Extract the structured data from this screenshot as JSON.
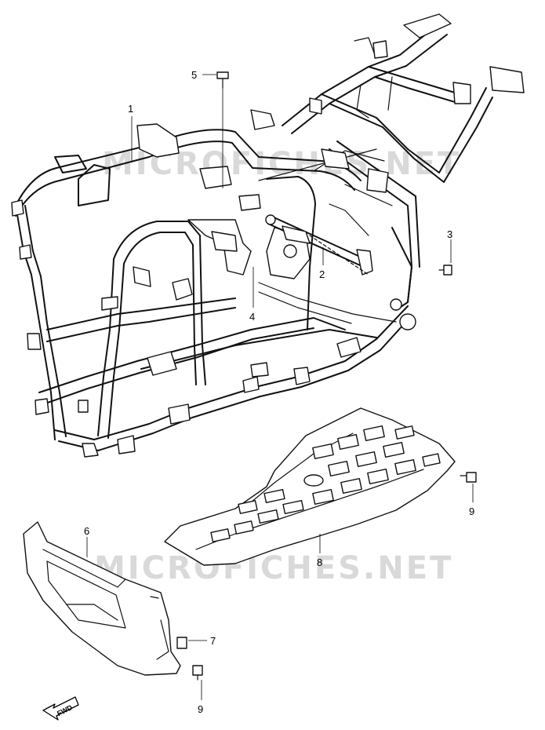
{
  "watermark": "MICROFICHES.NET",
  "fwd_label": "FWD",
  "callouts": [
    "1",
    "2",
    "3",
    "4",
    "5",
    "6",
    "7",
    "8",
    "9",
    "9"
  ]
}
